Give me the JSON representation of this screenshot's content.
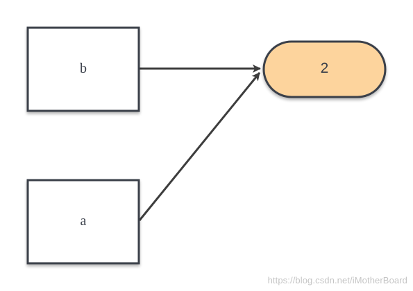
{
  "diagram": {
    "nodes": [
      {
        "id": "b",
        "label": "b",
        "shape": "rectangle"
      },
      {
        "id": "a",
        "label": "a",
        "shape": "rectangle"
      },
      {
        "id": "two",
        "label": "2",
        "shape": "rounded-terminal"
      }
    ],
    "edges": [
      {
        "from": "b",
        "to": "two"
      },
      {
        "from": "a",
        "to": "two"
      }
    ]
  },
  "colors": {
    "stroke": "#3a3f4a",
    "terminal_fill": "#fdd49d",
    "box_fill": "#ffffff",
    "edge": "#3d3d3d",
    "watermark": "#c5c5c5"
  },
  "watermark": "https://blog.csdn.net/iMotherBoard"
}
